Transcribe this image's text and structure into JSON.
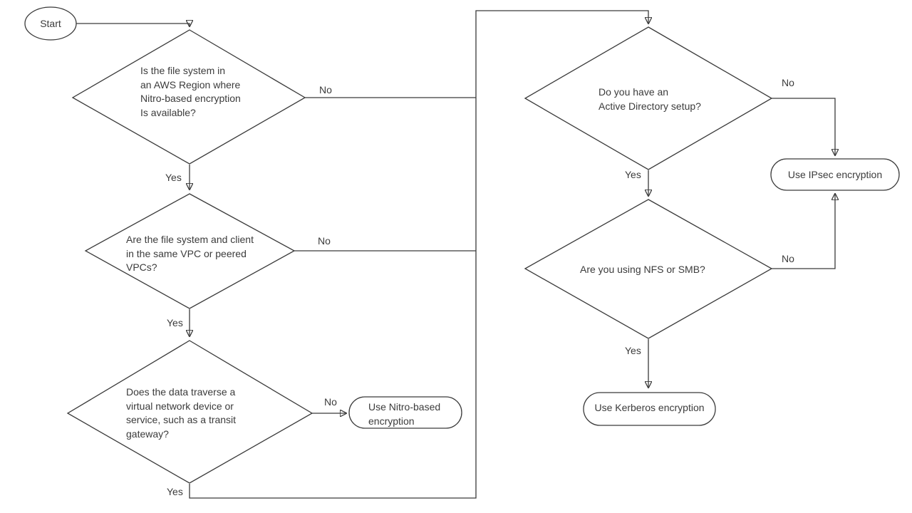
{
  "flow": {
    "colors": {
      "stroke": "#3a3a3a",
      "text": "#3b3b3b",
      "background": "#ffffff"
    },
    "start": {
      "label": "Start"
    },
    "nodes": {
      "q1": {
        "type": "decision",
        "lines": [
          "Is the file system in",
          "an AWS Region where",
          "Nitro-based encryption",
          "Is available?"
        ]
      },
      "q2": {
        "type": "decision",
        "lines": [
          "Are the file system and client",
          "in the same VPC or peered",
          "VPCs?"
        ]
      },
      "q3": {
        "type": "decision",
        "lines": [
          "Does the data traverse a",
          "virtual network device or",
          "service, such as a transit",
          "gateway?"
        ]
      },
      "q4": {
        "type": "decision",
        "lines": [
          "Do you have an",
          "Active Directory setup?"
        ]
      },
      "q5": {
        "type": "decision",
        "lines": [
          "Are you using NFS or SMB?"
        ]
      },
      "nitro": {
        "type": "terminal",
        "lines": [
          "Use Nitro-based",
          "encryption"
        ]
      },
      "ipsec": {
        "type": "terminal",
        "lines": [
          "Use IPsec encryption"
        ]
      },
      "kerberos": {
        "type": "terminal",
        "lines": [
          "Use Kerberos encryption"
        ]
      }
    },
    "edges": [
      {
        "from": "start",
        "to": "q1",
        "label": ""
      },
      {
        "from": "q1",
        "to": "q2",
        "label": "Yes"
      },
      {
        "from": "q1",
        "to": "q4",
        "label": "No"
      },
      {
        "from": "q2",
        "to": "q3",
        "label": "Yes"
      },
      {
        "from": "q2",
        "to": "q4",
        "label": "No"
      },
      {
        "from": "q3",
        "to": "nitro",
        "label": "No"
      },
      {
        "from": "q3",
        "to": "q4",
        "label": "Yes"
      },
      {
        "from": "q4",
        "to": "q5",
        "label": "Yes"
      },
      {
        "from": "q4",
        "to": "ipsec",
        "label": "No"
      },
      {
        "from": "q5",
        "to": "kerberos",
        "label": "Yes"
      },
      {
        "from": "q5",
        "to": "ipsec",
        "label": "No"
      }
    ]
  }
}
